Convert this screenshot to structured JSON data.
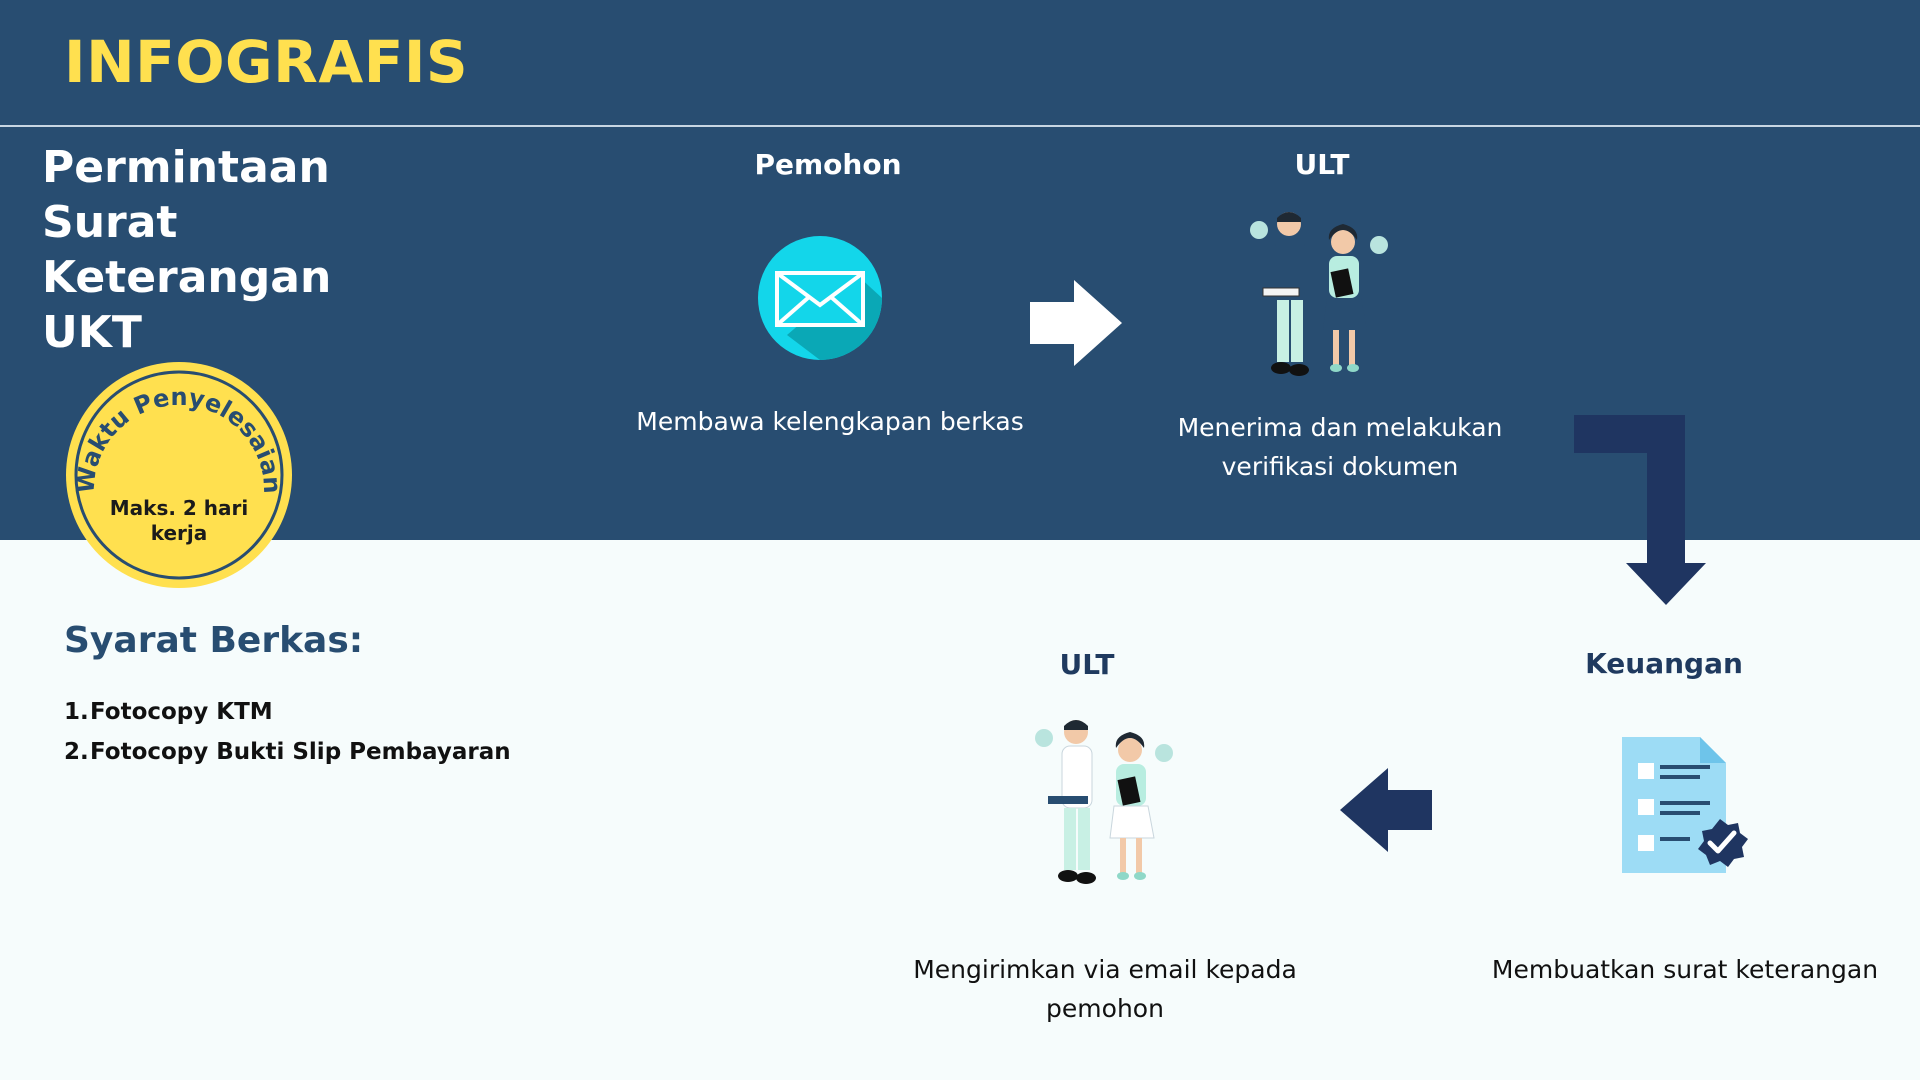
{
  "header": {
    "brand": "INFOGRAFIS"
  },
  "title": "Permintaan\nSurat\nKeterangan\nUKT",
  "badge": {
    "arc_text": "Waktu Penyelesaian",
    "text": "Maks. 2 hari kerja"
  },
  "steps": [
    {
      "actor": "Pemohon",
      "description": "Membawa kelengkapan berkas",
      "icon": "email-icon"
    },
    {
      "actor": "ULT",
      "description": "Menerima dan melakukan verifikasi dokumen",
      "icon": "staff-people-icon"
    },
    {
      "actor": "Keuangan",
      "description": "Membuatkan surat keterangan",
      "icon": "verified-document-icon"
    },
    {
      "actor": "ULT",
      "description": "Mengirimkan via email kepada pemohon",
      "icon": "staff-people-icon"
    }
  ],
  "requirements": {
    "heading": "Syarat Berkas:",
    "items": [
      {
        "num": "1.",
        "text": "Fotocopy KTM"
      },
      {
        "num": "2.",
        "text": "Fotocopy Bukti Slip Pembayaran"
      }
    ]
  },
  "colors": {
    "top_background": "#284d71",
    "bottom_background": "#f6fcfc",
    "accent_yellow": "#ffe04f",
    "navy_arrow": "#1f3561",
    "email_cyan": "#13d6ea",
    "document_blue": "#9ddcf5"
  }
}
